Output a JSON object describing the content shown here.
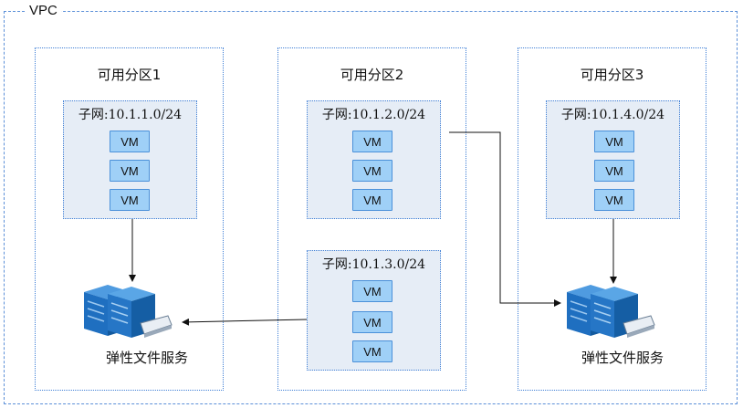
{
  "vpc": {
    "label": "VPC"
  },
  "zones": [
    {
      "title": "可用分区1",
      "subnets": [
        {
          "title": "子网:10.1.1.0/24",
          "vms": [
            "VM",
            "VM",
            "VM"
          ]
        }
      ]
    },
    {
      "title": "可用分区2",
      "subnets": [
        {
          "title": "子网:10.1.2.0/24",
          "vms": [
            "VM",
            "VM",
            "VM"
          ]
        },
        {
          "title": "子网:10.1.3.0/24",
          "vms": [
            "VM",
            "VM",
            "VM"
          ]
        }
      ]
    },
    {
      "title": "可用分区3",
      "subnets": [
        {
          "title": "子网:10.1.4.0/24",
          "vms": [
            "VM",
            "VM",
            "VM"
          ]
        }
      ]
    }
  ],
  "services": [
    {
      "caption": "弹性文件服务",
      "icon": "server-storage-icon"
    },
    {
      "caption": "弹性文件服务",
      "icon": "server-storage-icon"
    }
  ],
  "colors": {
    "border": "#3f7fd6",
    "subnet_fill": "#e6edf6",
    "vm_fill": "#9fd0f7",
    "server": "#1f6fc0"
  }
}
